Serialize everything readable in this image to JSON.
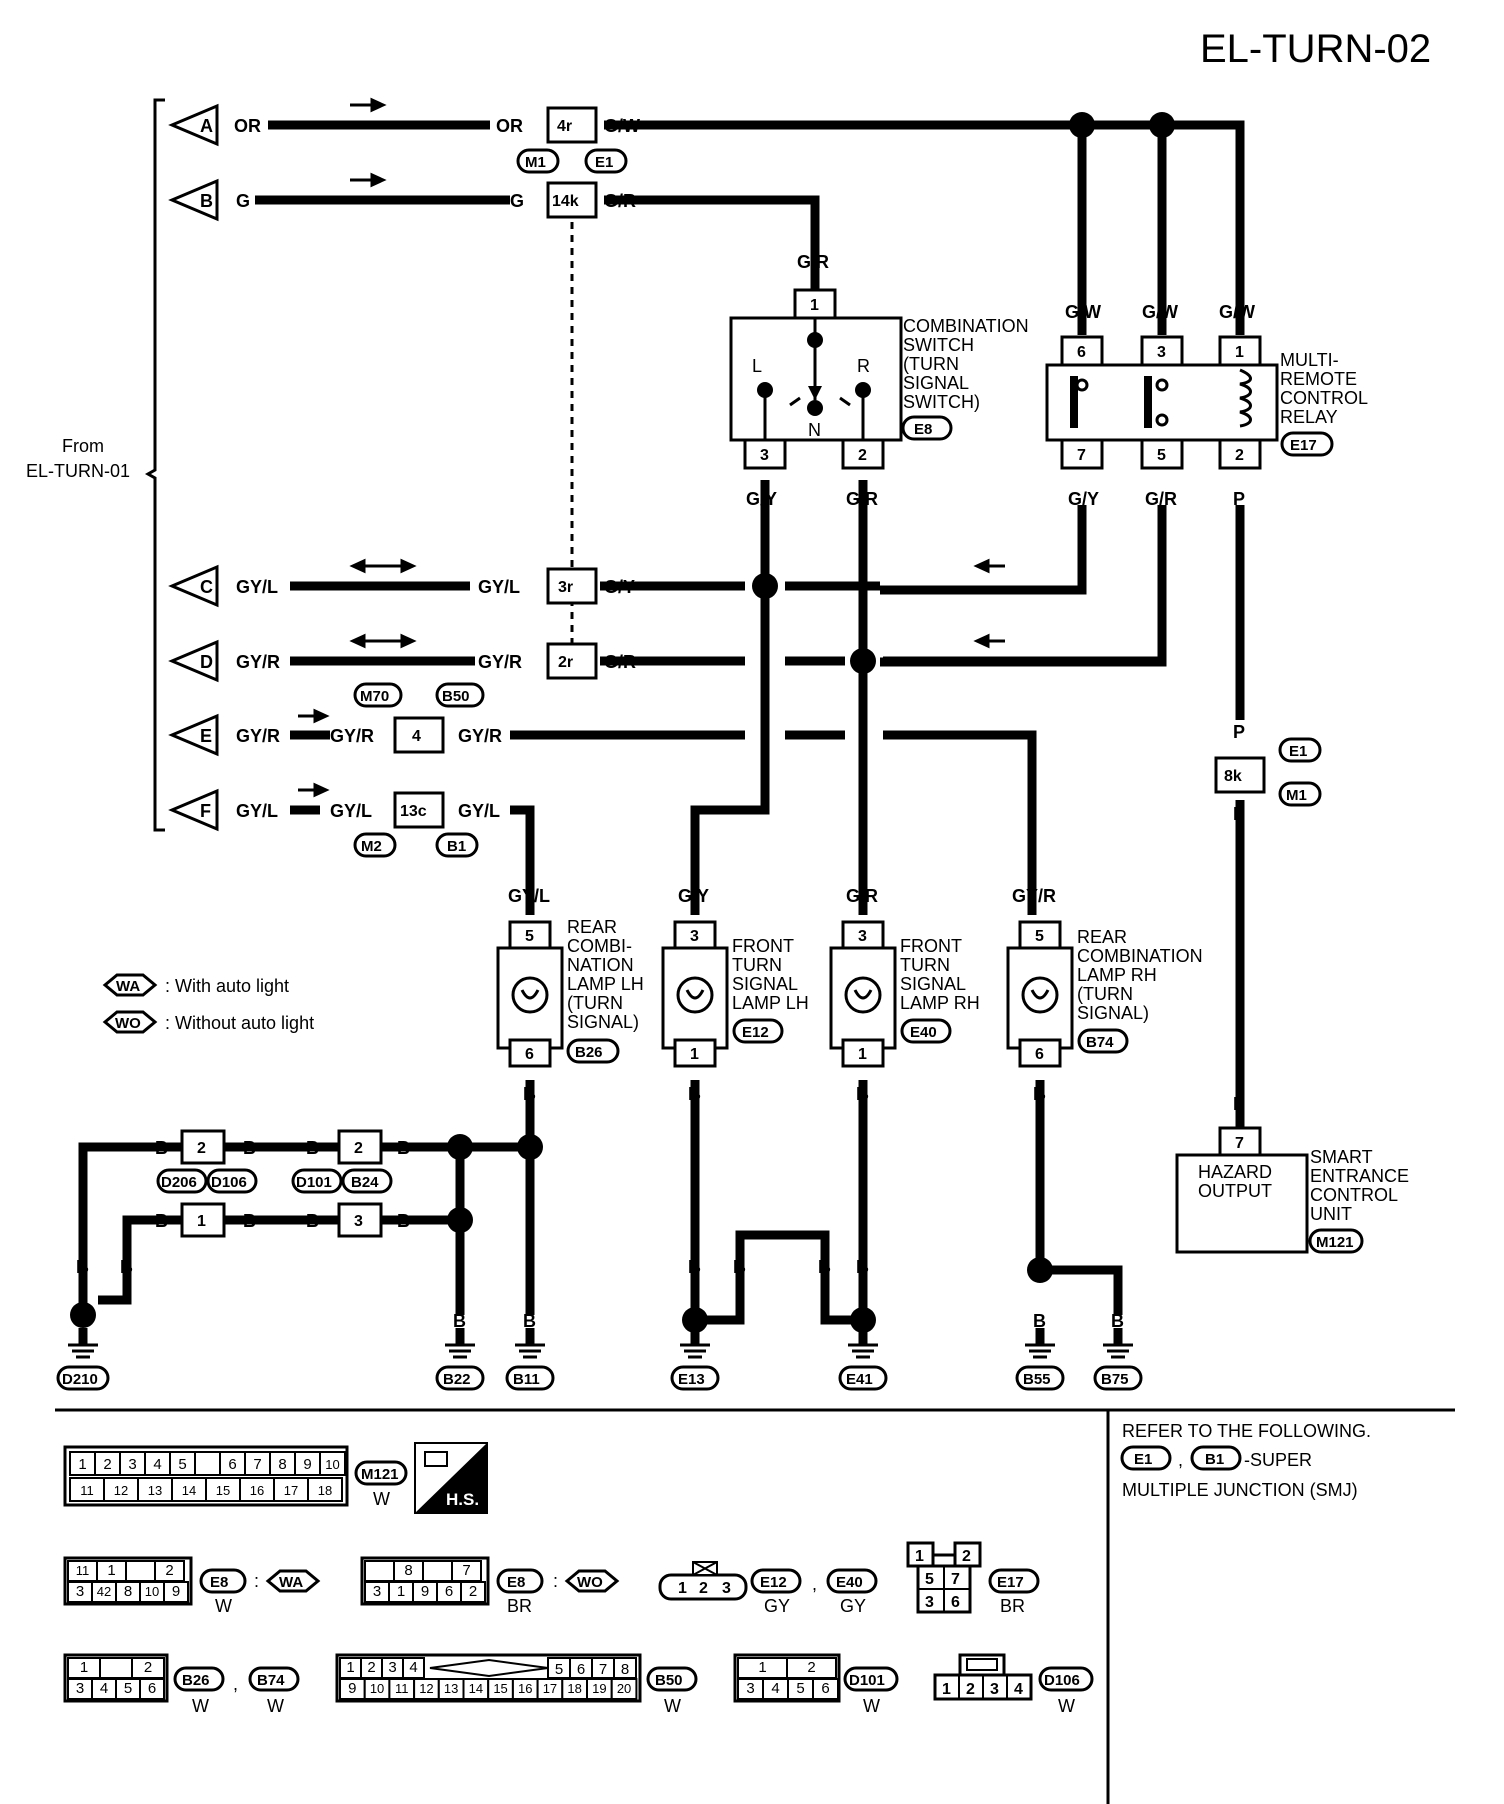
{
  "page_id": "EL-TURN-02",
  "from": {
    "line1": "From",
    "line2": "EL-TURN-01"
  },
  "inputs": [
    {
      "id": "A",
      "color": "OR"
    },
    {
      "id": "B",
      "color": "G"
    },
    {
      "id": "C",
      "color": "GY/L"
    },
    {
      "id": "D",
      "color": "GY/R"
    },
    {
      "id": "E",
      "color": "GY/R"
    },
    {
      "id": "F",
      "color": "GY/L"
    }
  ],
  "wire_colors": {
    "or": "OR",
    "gw": "G/W",
    "g": "G",
    "gr": "G/R",
    "gy": "G/Y",
    "gyl": "GY/L",
    "gyr": "GY/R",
    "p": "P",
    "b": "B"
  },
  "connectors": {
    "c4r": "4r",
    "c14k": "14k",
    "c3r": "3r",
    "c2r": "2r",
    "c4": "4",
    "c13c": "13c",
    "c8k": "8k",
    "M1": "M1",
    "E1": "E1",
    "M70": "M70",
    "B50": "B50",
    "M2": "M2",
    "B1": "B1"
  },
  "combination_switch": {
    "name_lines": [
      "COMBINATION",
      "SWITCH",
      "(TURN",
      "SIGNAL",
      "SWITCH)"
    ],
    "code": "E8",
    "pin_top": "1",
    "pin_left": "3",
    "pin_right": "2",
    "L": "L",
    "R": "R",
    "N": "N"
  },
  "relay": {
    "name_lines": [
      "MULTI-",
      "REMOTE",
      "CONTROL",
      "RELAY"
    ],
    "code": "E17",
    "pins_top": [
      "6",
      "3",
      "1"
    ],
    "pins_bottom": [
      "7",
      "5",
      "2"
    ]
  },
  "lamps": [
    {
      "name_lines": [
        "REAR",
        "COMBI-",
        "NATION",
        "LAMP LH",
        "(TURN",
        "SIGNAL)"
      ],
      "code": "B26",
      "pin_top": "5",
      "pin_bottom": "6"
    },
    {
      "name_lines": [
        "FRONT",
        "TURN",
        "SIGNAL",
        "LAMP LH"
      ],
      "code": "E12",
      "pin_top": "3",
      "pin_bottom": "1"
    },
    {
      "name_lines": [
        "FRONT",
        "TURN",
        "SIGNAL",
        "LAMP RH"
      ],
      "code": "E40",
      "pin_top": "3",
      "pin_bottom": "1"
    },
    {
      "name_lines": [
        "REAR",
        "COMBINATION",
        "LAMP RH",
        "(TURN",
        "SIGNAL)"
      ],
      "code": "B74",
      "pin_top": "5",
      "pin_bottom": "6"
    }
  ],
  "smart_unit": {
    "name_lines": [
      "SMART",
      "ENTRANCE",
      "CONTROL",
      "UNIT"
    ],
    "code": "M121",
    "pin": "7",
    "output_lines": [
      "HAZARD",
      "OUTPUT"
    ]
  },
  "ground_connectors": [
    {
      "a": "2",
      "b": "2"
    },
    {
      "a": "1",
      "b": "3"
    }
  ],
  "ground_conn_codes": [
    "D206",
    "D106",
    "D101",
    "B24"
  ],
  "grounds": [
    "D210",
    "B22",
    "B11",
    "E13",
    "E41",
    "B55",
    "B75"
  ],
  "legend": [
    {
      "tag": "WA",
      "text": ": With auto light"
    },
    {
      "tag": "WO",
      "text": ": Without auto light"
    }
  ],
  "refer": {
    "line1": "REFER TO THE FOLLOWING.",
    "codes": [
      "E1",
      "B1"
    ],
    "sep": ",",
    "suffix": "-SUPER",
    "line3": "MULTIPLE JUNCTION (SMJ)"
  },
  "hs_label": "H.S.",
  "conn_views": {
    "m121": {
      "top": [
        "1",
        "2",
        "3",
        "4",
        "5",
        "",
        "6",
        "7",
        "8",
        "9",
        "10"
      ],
      "bottom": [
        "11",
        "12",
        "13",
        "14",
        "15",
        "16",
        "17",
        "18"
      ],
      "code": "M121",
      "color": "W"
    },
    "e8wa": {
      "top": [
        "11",
        "1",
        "",
        "2"
      ],
      "bottom": [
        "3",
        "42",
        "8",
        "10",
        "9"
      ],
      "code": "E8",
      "color": "W",
      "tag": "WA",
      "sep": ":"
    },
    "e8wo": {
      "top": [
        "",
        "8",
        "",
        "7"
      ],
      "bottom": [
        "3",
        "1",
        "9",
        "6",
        "2"
      ],
      "code": "E8",
      "color": "BR",
      "tag": "WO",
      "sep": ":"
    },
    "e12": {
      "pins": [
        "1",
        "2",
        "3"
      ],
      "codes": [
        "E12",
        "E40"
      ],
      "colors": [
        "GY",
        "GY"
      ],
      "sep": ","
    },
    "e17": {
      "rows": [
        [
          "1",
          "2"
        ],
        [
          "5",
          "7"
        ],
        [
          "3",
          "6"
        ]
      ],
      "code": "E17",
      "color": "BR"
    },
    "b26": {
      "top": [
        "1",
        "",
        "2"
      ],
      "bottom": [
        "3",
        "4",
        "5",
        "6"
      ],
      "codes": [
        "B26",
        "B74"
      ],
      "colors": [
        "W",
        "W"
      ],
      "sep": ","
    },
    "b50": {
      "top": [
        "1",
        "2",
        "3",
        "4",
        "5",
        "6",
        "7",
        "8"
      ],
      "bottom": [
        "9",
        "10",
        "11",
        "12",
        "13",
        "14",
        "15",
        "16",
        "17",
        "18",
        "19",
        "20"
      ],
      "code": "B50",
      "color": "W"
    },
    "d101": {
      "top": [
        "1",
        "2"
      ],
      "bottom": [
        "3",
        "4",
        "5",
        "6"
      ],
      "code": "D101",
      "color": "W"
    },
    "d106": {
      "pins": [
        "1",
        "2",
        "3",
        "4"
      ],
      "code": "D106",
      "color": "W"
    }
  }
}
